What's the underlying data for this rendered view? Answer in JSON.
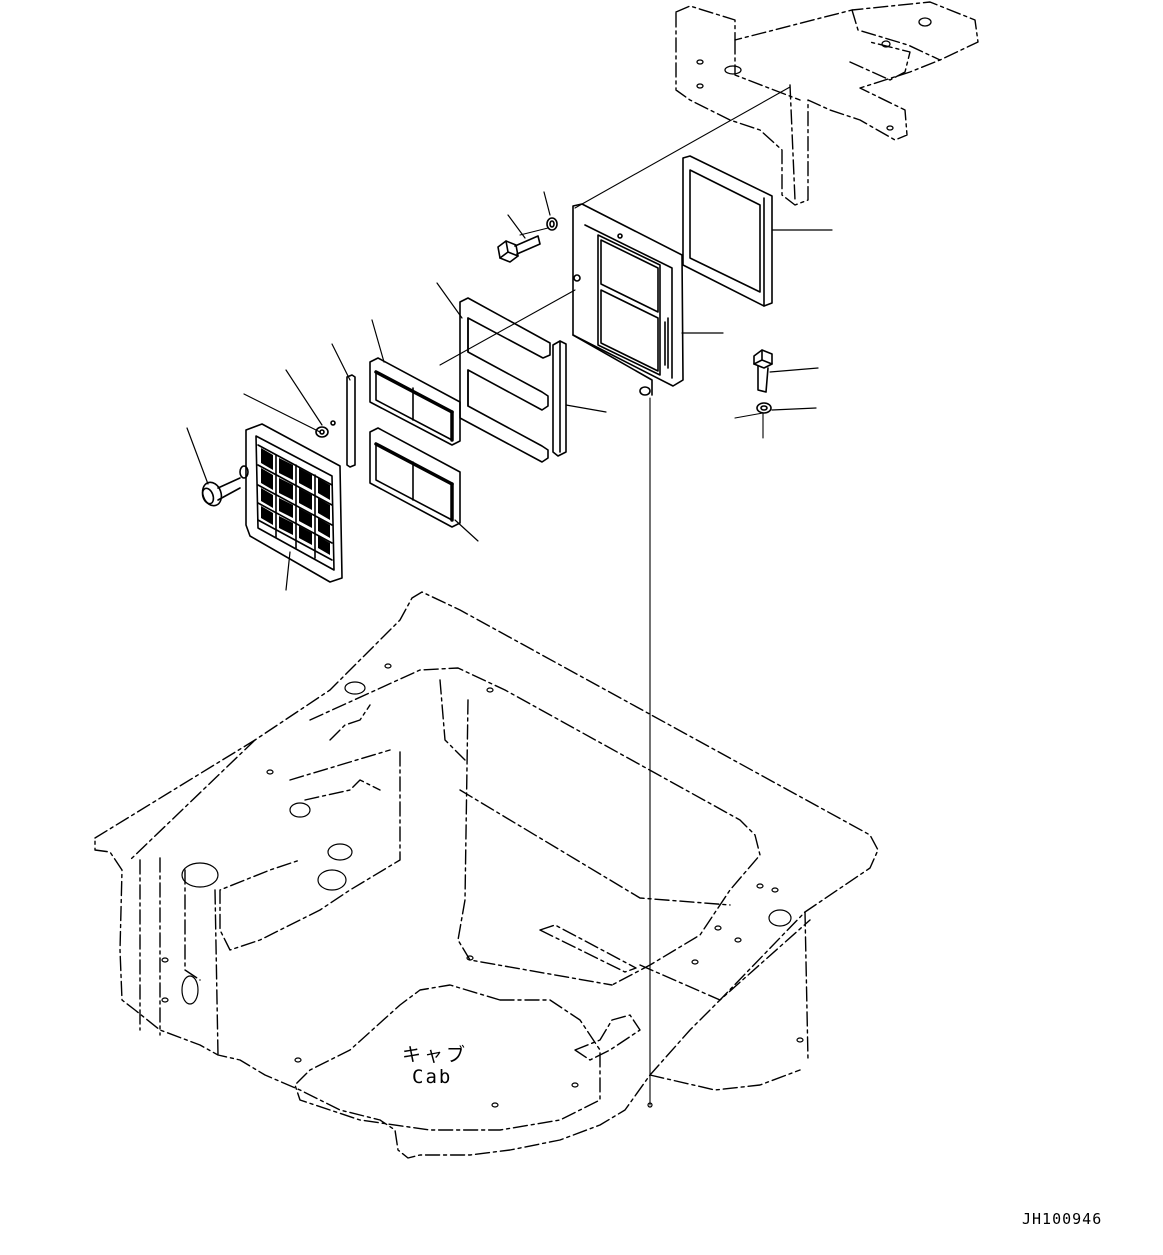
{
  "cab_label_jp": "キャブ",
  "cab_label_en": "Cab",
  "drawing_number": "JH100946"
}
